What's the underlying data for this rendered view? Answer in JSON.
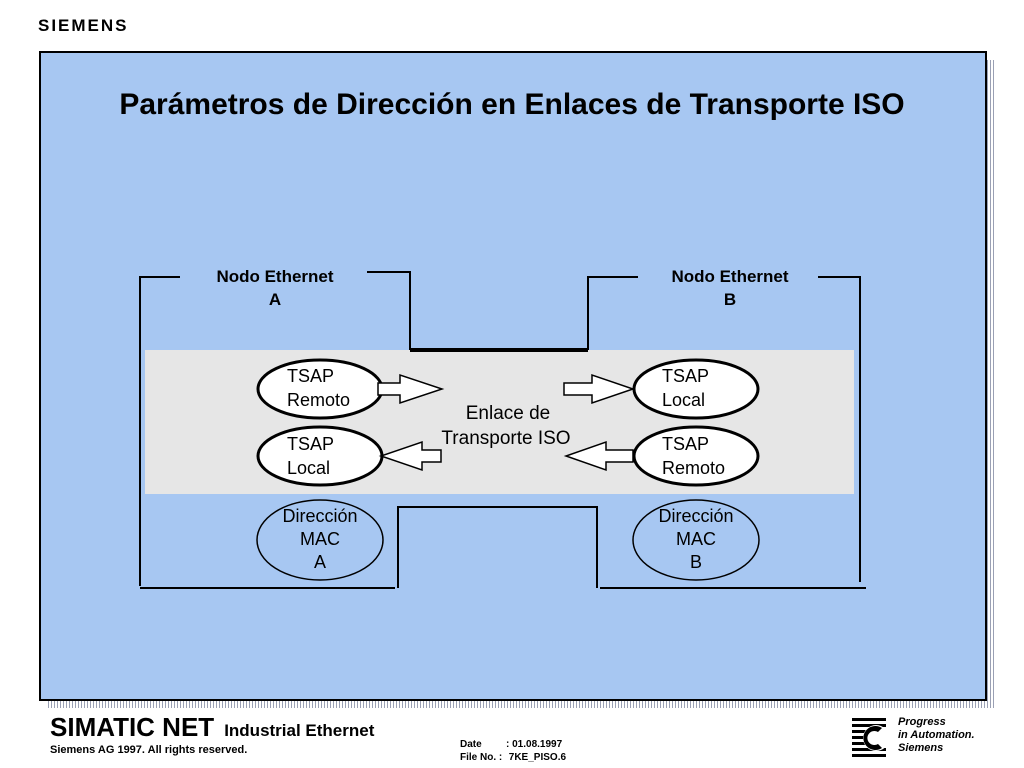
{
  "header": {
    "brand": "SIEMENS"
  },
  "slide": {
    "title": "Parámetros de Dirección en Enlaces de Transporte ISO",
    "node_a": {
      "line1": "Nodo Ethernet",
      "line2": "A"
    },
    "node_b": {
      "line1": "Nodo Ethernet",
      "line2": "B"
    },
    "tsap_remote_a": {
      "line1": "TSAP",
      "line2": "Remoto"
    },
    "tsap_local_a": {
      "line1": "TSAP",
      "line2": "Local"
    },
    "tsap_local_b": {
      "line1": "TSAP",
      "line2": "Local"
    },
    "tsap_remote_b": {
      "line1": "TSAP",
      "line2": "Remoto"
    },
    "link": {
      "line1": "Enlace de",
      "line2": "Transporte ISO"
    },
    "mac_a": {
      "line1": "Dirección",
      "line2": "MAC",
      "line3": "A"
    },
    "mac_b": {
      "line1": "Dirección",
      "line2": "MAC",
      "line3": "B"
    }
  },
  "footer": {
    "product": "SIMATIC NET",
    "subtitle": "Industrial Ethernet",
    "copyright": "Siemens AG 1997. All rights reserved.",
    "date_label": "Date",
    "date_value": ":  01.08.1997",
    "file_label": "File No. :",
    "file_value": " 7KE_PISO.6",
    "slogan1": "Progress",
    "slogan2": "in Automation.",
    "slogan3": "Siemens"
  },
  "colors": {
    "slide_background": "#a7c7f2",
    "link_band": "#e6e6e6",
    "ellipse_fill": "#ffffff"
  }
}
